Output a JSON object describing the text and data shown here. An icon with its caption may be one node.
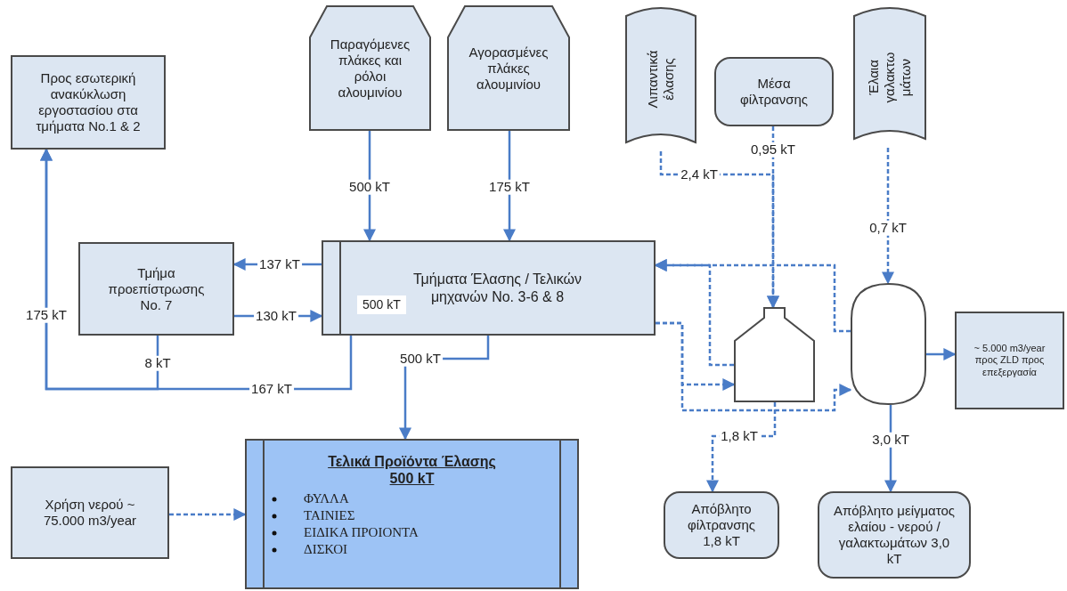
{
  "diagram": {
    "nodes": [
      {
        "text": [
          "Προς εσωτερική ανακύκλωση εργοστασίου στα τμήματα No.1 & 2"
        ]
      },
      {
        "text": [
          "Παραγόμενες πλάκες και ρόλοι αλουμινίου"
        ]
      },
      {
        "text": [
          "Αγορασμένες πλάκες αλουμινίου"
        ]
      },
      {
        "text": [
          "Λιπαντικά έλασης"
        ]
      },
      {
        "text": [
          "Μέσα φίλτρανσης"
        ]
      },
      {
        "text": [
          "Έλαια γαλακτω μάτων"
        ]
      },
      {
        "text": [
          "Τμήματα Έλασης / Τελικών μηχανών No. 3-6 & 8",
          "500 kT"
        ]
      },
      {
        "text": [
          "Τμήμα προεπίστρωσης No. 7"
        ]
      },
      {
        "text": [],
        "shape": "tank"
      },
      {
        "text": [],
        "shape": "vessel"
      },
      {
        "text": [
          "~ 5.000 m3/year προς ZLD προς επεξεργασία"
        ]
      },
      {
        "text": [
          "Χρήση νερού ~ 75.000 m3/year"
        ]
      },
      {
        "text": [
          "Τελικά Προϊόντα Έλασης 500 kT",
          "ΦΥΛΛΑ",
          "ΤΑΙΝΙΕΣ",
          "ΕΙΔΙΚΑ ΠΡΟΙΟΝΤΑ",
          "ΔΙΣΚΟΙ"
        ]
      },
      {
        "text": [
          "Απόβλητο φίλτρανσης 1,8 kT"
        ]
      },
      {
        "text": [
          "Απόβλητο μείγματος ελαίου - νερού / γαλακτωμάτων 3,0 kT"
        ]
      }
    ],
    "edges": [
      {
        "from": 1,
        "to": 6,
        "arrow": "to",
        "label": "500 kT"
      },
      {
        "from": 2,
        "to": 6,
        "arrow": "to",
        "label": "175 kT"
      },
      {
        "from": 6,
        "to": 7,
        "arrow": "to",
        "label": "137 kT"
      },
      {
        "from": 7,
        "to": 6,
        "arrow": "to",
        "label": "130 kT"
      },
      {
        "from": 7,
        "to": 0,
        "arrow": "to",
        "label": "8 kT"
      },
      {
        "from": 6,
        "to": 0,
        "arrow": "to",
        "label": "167 kT"
      },
      {
        "from": 6,
        "to": 12,
        "arrow": "to",
        "label": "500 kT"
      },
      {
        "from": 11,
        "to": 12,
        "arrow": "to",
        "style": "dashed"
      },
      {
        "from": 3,
        "to": 8,
        "arrow": "to",
        "style": "dashed",
        "label": "2,4 kT"
      },
      {
        "from": 4,
        "to": 8,
        "arrow": "to",
        "style": "dashed",
        "label": "0,95 kT"
      },
      {
        "from": 5,
        "to": 9,
        "arrow": "to",
        "style": "dashed",
        "label": "0,7 kT"
      },
      {
        "from": 8,
        "to": 6,
        "arrow": "to",
        "style": "dashed"
      },
      {
        "from": 9,
        "to": 6,
        "arrow": "to",
        "style": "dashed"
      },
      {
        "from": 6,
        "to": 8,
        "arrow": "to",
        "style": "dashed"
      },
      {
        "from": 6,
        "to": 9,
        "arrow": "to",
        "style": "dashed"
      },
      {
        "from": 8,
        "to": 13,
        "arrow": "to",
        "style": "dashed",
        "label": "1,8 kT"
      },
      {
        "from": 9,
        "to": 10,
        "arrow": "to"
      },
      {
        "from": 9,
        "to": 14,
        "arrow": "to",
        "label": "3,0 kT"
      }
    ],
    "labels": [
      "175 kT"
    ]
  }
}
